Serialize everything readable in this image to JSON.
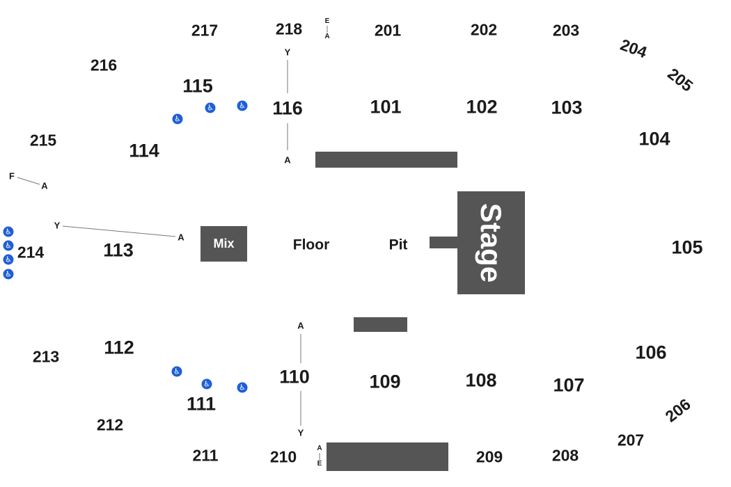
{
  "colors": {
    "block": "#555555",
    "wheelchair": "#1f5fd6",
    "text": "#1a1a1a"
  },
  "floor": {
    "mix": "Mix",
    "floor": "Floor",
    "pit": "Pit",
    "stage": "Stage"
  },
  "sections": {
    "s201": "201",
    "s202": "202",
    "s203": "203",
    "s204": "204",
    "s205": "205",
    "s206": "206",
    "s207": "207",
    "s208": "208",
    "s209": "209",
    "s210": "210",
    "s211": "211",
    "s212": "212",
    "s213": "213",
    "s214": "214",
    "s215": "215",
    "s216": "216",
    "s217": "217",
    "s218": "218",
    "s101": "101",
    "s102": "102",
    "s103": "103",
    "s104": "104",
    "s105": "105",
    "s106": "106",
    "s107": "107",
    "s108": "108",
    "s109": "109",
    "s110": "110",
    "s111": "111",
    "s112": "112",
    "s113": "113",
    "s114": "114",
    "s115": "115",
    "s116": "116"
  },
  "rows": {
    "r116_top": "Y",
    "r116_bot": "A",
    "r110_top": "A",
    "r110_bot": "Y",
    "r113_left": "Y",
    "r113_right": "A",
    "r215_left": "F",
    "r215_right": "A",
    "r218_top": "E",
    "r218_bot": "A",
    "r210_top": "A",
    "r210_bot": "E"
  },
  "icons": {
    "wheelchair": "wheelchair-icon",
    "glyph": "♿"
  }
}
